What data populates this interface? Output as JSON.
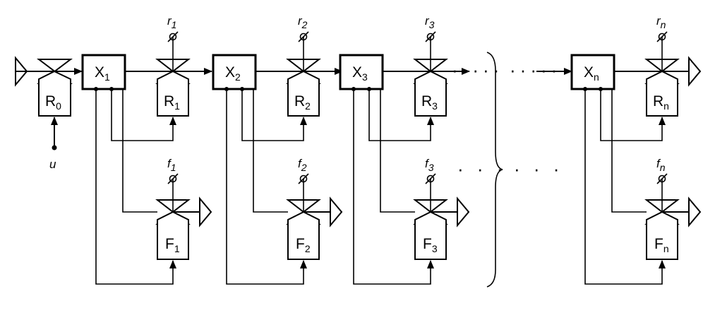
{
  "input_label": "u",
  "ellipsis": "· · ·",
  "flow_ellipsis": "·····",
  "r0": {
    "letter": "R",
    "sub": "0"
  },
  "stages": [
    {
      "x": {
        "letter": "X",
        "sub": "1"
      },
      "r": {
        "letter": "R",
        "sub": "1"
      },
      "f": {
        "letter": "F",
        "sub": "1"
      },
      "rc": {
        "letter": "r",
        "sub": "1"
      },
      "fc": {
        "letter": "f",
        "sub": "1"
      }
    },
    {
      "x": {
        "letter": "X",
        "sub": "2"
      },
      "r": {
        "letter": "R",
        "sub": "2"
      },
      "f": {
        "letter": "F",
        "sub": "2"
      },
      "rc": {
        "letter": "r",
        "sub": "2"
      },
      "fc": {
        "letter": "f",
        "sub": "2"
      }
    },
    {
      "x": {
        "letter": "X",
        "sub": "3"
      },
      "r": {
        "letter": "R",
        "sub": "3"
      },
      "f": {
        "letter": "F",
        "sub": "3"
      },
      "rc": {
        "letter": "r",
        "sub": "3"
      },
      "fc": {
        "letter": "f",
        "sub": "3"
      }
    },
    {
      "x": {
        "letter": "X",
        "sub": "n"
      },
      "r": {
        "letter": "R",
        "sub": "n"
      },
      "f": {
        "letter": "F",
        "sub": "n"
      },
      "rc": {
        "letter": "r",
        "sub": "n"
      },
      "fc": {
        "letter": "f",
        "sub": "n"
      }
    }
  ]
}
